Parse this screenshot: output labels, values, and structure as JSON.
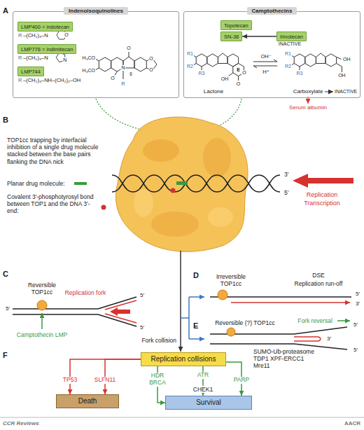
{
  "diagram": {
    "nodes": [
      {
        "text": [
          "Indenoisoquinolines"
        ]
      },
      {
        "text": [
          "LMP400 = indotecan"
        ],
        "in": 0
      },
      {
        "text": [
          "LMP776 = indimitecan"
        ],
        "in": 0
      },
      {
        "text": [
          "LMP744"
        ],
        "in": 0
      },
      {
        "text": [
          "Camptothecins"
        ]
      },
      {
        "text": [
          "Topotecan"
        ],
        "in": 4
      },
      {
        "text": [
          "SN-38"
        ],
        "in": 4
      },
      {
        "text": [
          "Irinotecan"
        ],
        "in": 4
      },
      {
        "text": [
          "Replication collisions"
        ]
      },
      {
        "text": [
          "Death"
        ]
      },
      {
        "text": [
          "Survival"
        ]
      }
    ],
    "edges": [
      {
        "from": 7,
        "to": 6,
        "arrow": "to"
      },
      {
        "from": 8,
        "to": 9,
        "label": "TP53",
        "arrow": "to"
      },
      {
        "from": 8,
        "to": 9,
        "label": "SLFN11",
        "arrow": "to"
      },
      {
        "from": 8,
        "to": 10,
        "label": "HDR BRCA",
        "arrow": "to"
      },
      {
        "from": 8,
        "to": 10,
        "label": "ATR",
        "arrow": "to"
      },
      {
        "from": 8,
        "to": 10,
        "label": "PARP",
        "arrow": "to"
      }
    ],
    "labels": [
      "A",
      "R",
      "–(CH₂)₃–N",
      "O",
      "R",
      "–(CH₂)₃–N",
      "N",
      "R",
      "–(CH₂)₃–NH–(CH₂)₂–OH",
      "H₃CO",
      "H₃CO",
      "O",
      "O",
      "O",
      "N",
      "O",
      "6",
      "R",
      "INACTIVE",
      "R1",
      "R2",
      "R3",
      "E",
      "O",
      "O",
      "OH",
      "OH⁻",
      "H⁺",
      "R1",
      "R2",
      "R3",
      "OH",
      "OH",
      "Lactone",
      "Carboxylate",
      "INACTIVE",
      "Serum albumin",
      "B",
      "TOP1cc trapping by interfacial inhibition of a single drug molecule stacked between the base pairs flanking the DNA nick",
      "Planar drug molecule:",
      "Covalent 3′-phosphotyrosyl bond between TOP1 and the DNA 3′-end:",
      "3′",
      "5′",
      "Replication",
      "Transcription",
      "C",
      "Reversible TOP1cc",
      "Replication fork",
      "5′",
      "5′",
      "5′",
      "Camptothecin LMP",
      "Fork collision",
      "D",
      "Irreversible TOP1cc",
      "DSE",
      "Replication run-off",
      "5′",
      "3′",
      "E",
      "Reversible (?) TOP1cc",
      "Fork reversal",
      "5′",
      "3′",
      "5′",
      "F",
      "SUMO-Ub-proteasome TDP1 XPF-ERCC1 Mre11",
      "CHEK1",
      "CCR Reviews",
      "AACR"
    ]
  }
}
